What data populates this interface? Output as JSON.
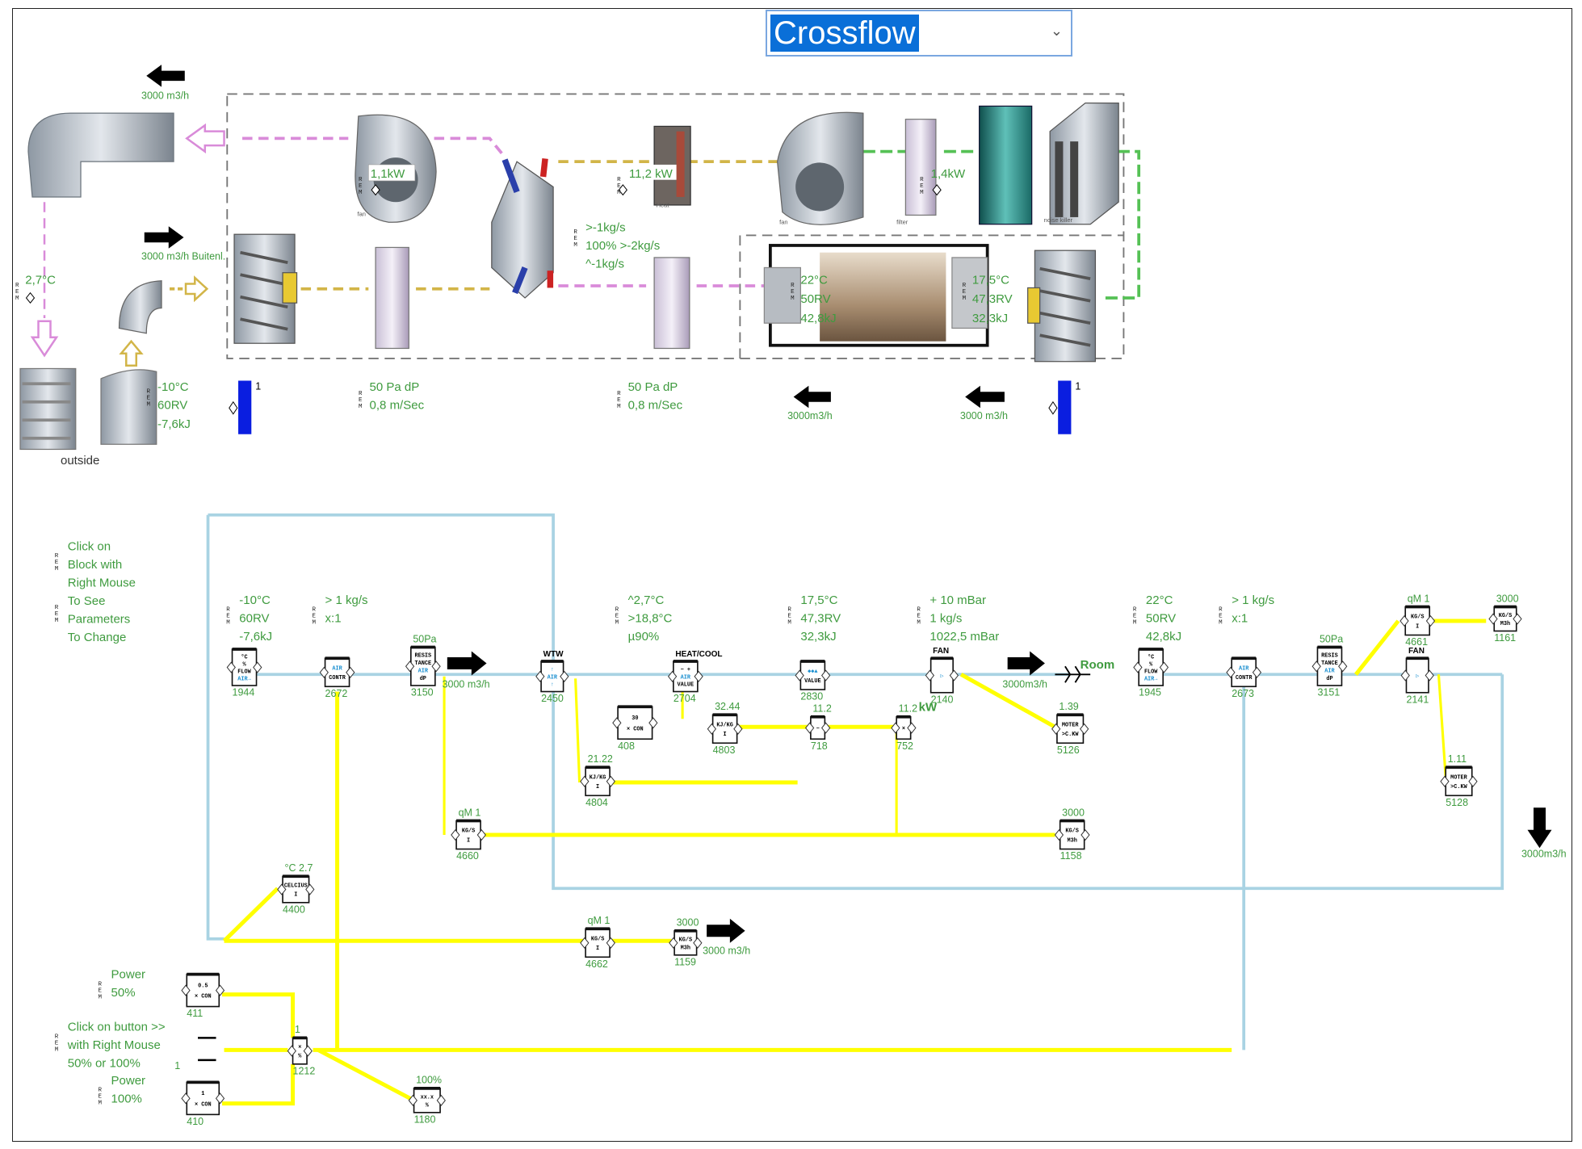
{
  "dropdown": {
    "selected": "Crossflow"
  },
  "colors": {
    "air_line": "#a9d3e3",
    "signal_line": "#ffff00",
    "label_green": "#3f9b3f",
    "exhaust_dash": "#d98bd9",
    "intake_dash": "#d2b548",
    "supply_dash": "#55c155",
    "damper_bar": "#0a1ee0"
  },
  "top": {
    "rem": "REM",
    "exhaust_flow": "3000 m3/h",
    "intake_flow": "3000 m3/h Buitenl.",
    "exhaust_temp": "2,7°C",
    "fan_exhaust_power": "1,1kW",
    "fan_exhaust_caption": "fan",
    "heater_power": "11,2 kW",
    "heater_caption": "Heat",
    "hx_flows": [
      ">-1kg/s",
      "100% >-2kg/s",
      "^-1kg/s"
    ],
    "fan_supply_caption": "fan",
    "fan_supply_power": "1,4kW",
    "filter_caption": "filter",
    "noise_caption": "noise killer",
    "room_supply": [
      "22°C",
      "50RV",
      "42,8kJ"
    ],
    "room_extract": [
      "17,5°C",
      "47,3RV",
      "32,3kJ"
    ],
    "outside_air": [
      "-10°C",
      "60RV",
      "-7,6kJ"
    ],
    "outside_caption": "outside",
    "filter1": [
      "50 Pa dP",
      "0,8 m/Sec"
    ],
    "filter2": [
      "50 Pa dP",
      "0,8 m/Sec"
    ],
    "damper_left_value": "1",
    "damper_right_value": "1",
    "return_flow_1": "3000m3/h",
    "return_flow_2": "3000 m3/h"
  },
  "diagram": {
    "help_text": [
      "Click on",
      "Block with",
      "Right Mouse",
      "To See",
      "Parameters",
      "To Change"
    ],
    "rem_groups": [
      [
        "-10°C",
        "60RV",
        "-7,6kJ"
      ],
      [
        "> 1 kg/s",
        "x:1"
      ],
      [
        "^2,7°C",
        ">18,8°C",
        "µ90%"
      ],
      [
        "17,5°C",
        "47,3RV",
        "32,3kJ"
      ],
      [
        "+ 10 mBar",
        "1 kg/s",
        "1022,5 mBar"
      ],
      [
        "22°C",
        "50RV",
        "42,8kJ"
      ],
      [
        "> 1 kg/s",
        "x:1"
      ],
      [
        "Power",
        "50%"
      ],
      [
        "Click on button >>",
        "with Right Mouse",
        "50% or 100%"
      ],
      [
        "Power",
        "100%"
      ]
    ],
    "blocks": [
      {
        "id": "1944",
        "glyph": [
          "°C",
          "%",
          "FLOW",
          "AIR→"
        ],
        "top": ""
      },
      {
        "id": "2672",
        "glyph": [
          "AIR",
          "CONTR"
        ],
        "top": ""
      },
      {
        "id": "3150",
        "glyph": [
          "RESIS",
          "TANCE",
          "AIR",
          "dP"
        ],
        "top": "50Pa"
      },
      {
        "id": "2450",
        "glyph": [
          "↑",
          "AIR",
          "↑"
        ],
        "top": "WTW"
      },
      {
        "id": "2704",
        "glyph": [
          "− +",
          "AIR",
          "VALUE"
        ],
        "top": "HEAT/COOL"
      },
      {
        "id": "408",
        "glyph": [
          "30",
          "× CON"
        ],
        "top": ""
      },
      {
        "id": "4803",
        "glyph": [
          "KJ/KG",
          "I"
        ],
        "top": "32.44"
      },
      {
        "id": "718",
        "glyph": [
          "−"
        ],
        "top": "11.2"
      },
      {
        "id": "752",
        "glyph": [
          "×"
        ],
        "top": "11.2"
      },
      {
        "id": "4804",
        "glyph": [
          "KJ/KG",
          "I"
        ],
        "top": "21.22"
      },
      {
        "id": "4660",
        "glyph": [
          "KG/S",
          "I"
        ],
        "top": "qM 1"
      },
      {
        "id": "2830",
        "glyph": [
          "◆◆▲",
          "VALUE"
        ],
        "top": ""
      },
      {
        "id": "2140",
        "glyph": [
          "▷"
        ],
        "top": "FAN"
      },
      {
        "id": "5126",
        "glyph": [
          "MOTER",
          ">C.KW"
        ],
        "top": "1.39"
      },
      {
        "id": "1158",
        "glyph": [
          "KG/S",
          "M3h"
        ],
        "top": "3000"
      },
      {
        "id": "4400",
        "glyph": [
          "CELCIUS",
          "I"
        ],
        "top": "°C 2.7"
      },
      {
        "id": "4662",
        "glyph": [
          "KG/S",
          "I"
        ],
        "top": "qM 1"
      },
      {
        "id": "1159",
        "glyph": [
          "KG/S",
          "M3h"
        ],
        "top": "3000"
      },
      {
        "id": "1945",
        "glyph": [
          "°C",
          "%",
          "FLOW",
          "AIR→"
        ],
        "top": ""
      },
      {
        "id": "2673",
        "glyph": [
          "AIR",
          "CONTR"
        ],
        "top": ""
      },
      {
        "id": "3151",
        "glyph": [
          "RESIS",
          "TANCE",
          "AIR",
          "dP"
        ],
        "top": "50Pa"
      },
      {
        "id": "4661",
        "glyph": [
          "KG/S",
          "I"
        ],
        "top": "qM 1"
      },
      {
        "id": "1161",
        "glyph": [
          "KG/S",
          "M3h"
        ],
        "top": "3000"
      },
      {
        "id": "2141",
        "glyph": [
          "▷"
        ],
        "top": "FAN"
      },
      {
        "id": "5128",
        "glyph": [
          "MOTER",
          ">C.KW"
        ],
        "top": "1.11"
      },
      {
        "id": "411",
        "glyph": [
          "0.5",
          "× CON"
        ],
        "top": ""
      },
      {
        "id": "410",
        "glyph": [
          "1",
          "× CON"
        ],
        "top": ""
      },
      {
        "id": "1212",
        "glyph": [
          "×",
          "%"
        ],
        "top": "1"
      },
      {
        "id": "1180",
        "glyph": [
          "xx.x",
          "%"
        ],
        "top": "100%"
      }
    ],
    "fan_power_unit": "kW",
    "switch_value": "1",
    "flow_arrows": [
      "3000 m3/h",
      "3000m3/h",
      "3000 m3/h",
      "3000m3/h"
    ],
    "room_label": "Room"
  }
}
